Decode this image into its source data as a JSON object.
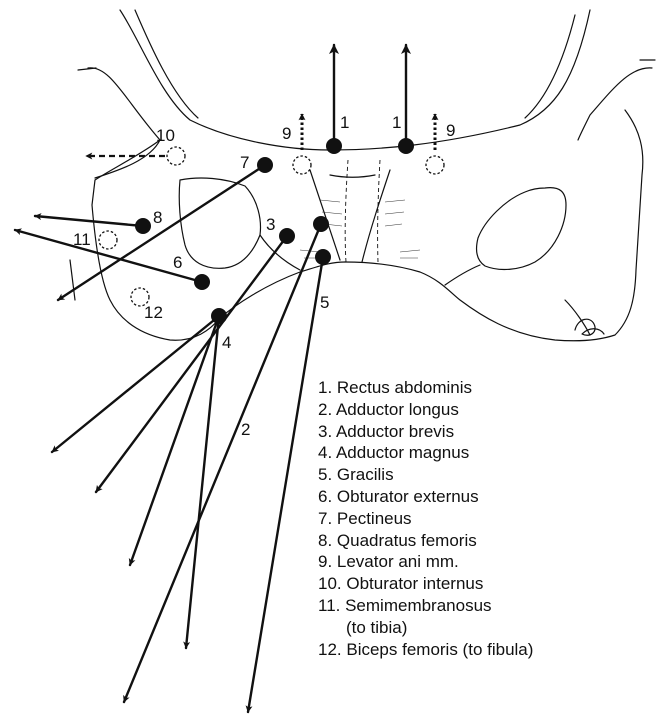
{
  "diagram": {
    "point_labels": {
      "p1_left": "1",
      "p1_right": "1",
      "p2": "2",
      "p3": "3",
      "p4": "4",
      "p5": "5",
      "p6": "6",
      "p7": "7",
      "p8": "8",
      "p9_left": "9",
      "p9_right": "9",
      "p10": "10",
      "p11": "11",
      "p12": "12"
    },
    "legend": [
      "1. Rectus abdominis",
      "2. Adductor longus",
      "3. Adductor brevis",
      "4. Adductor magnus",
      "5. Gracilis",
      "6. Obturator externus",
      "7. Pectineus",
      "8. Quadratus femoris",
      "9. Levator ani mm.",
      "10. Obturator internus",
      "11. Semimembranosus",
      "(to tibia)",
      "12. Biceps femoris (to fibula)"
    ],
    "colors": {
      "ink": "#111111",
      "background": "#ffffff"
    }
  }
}
